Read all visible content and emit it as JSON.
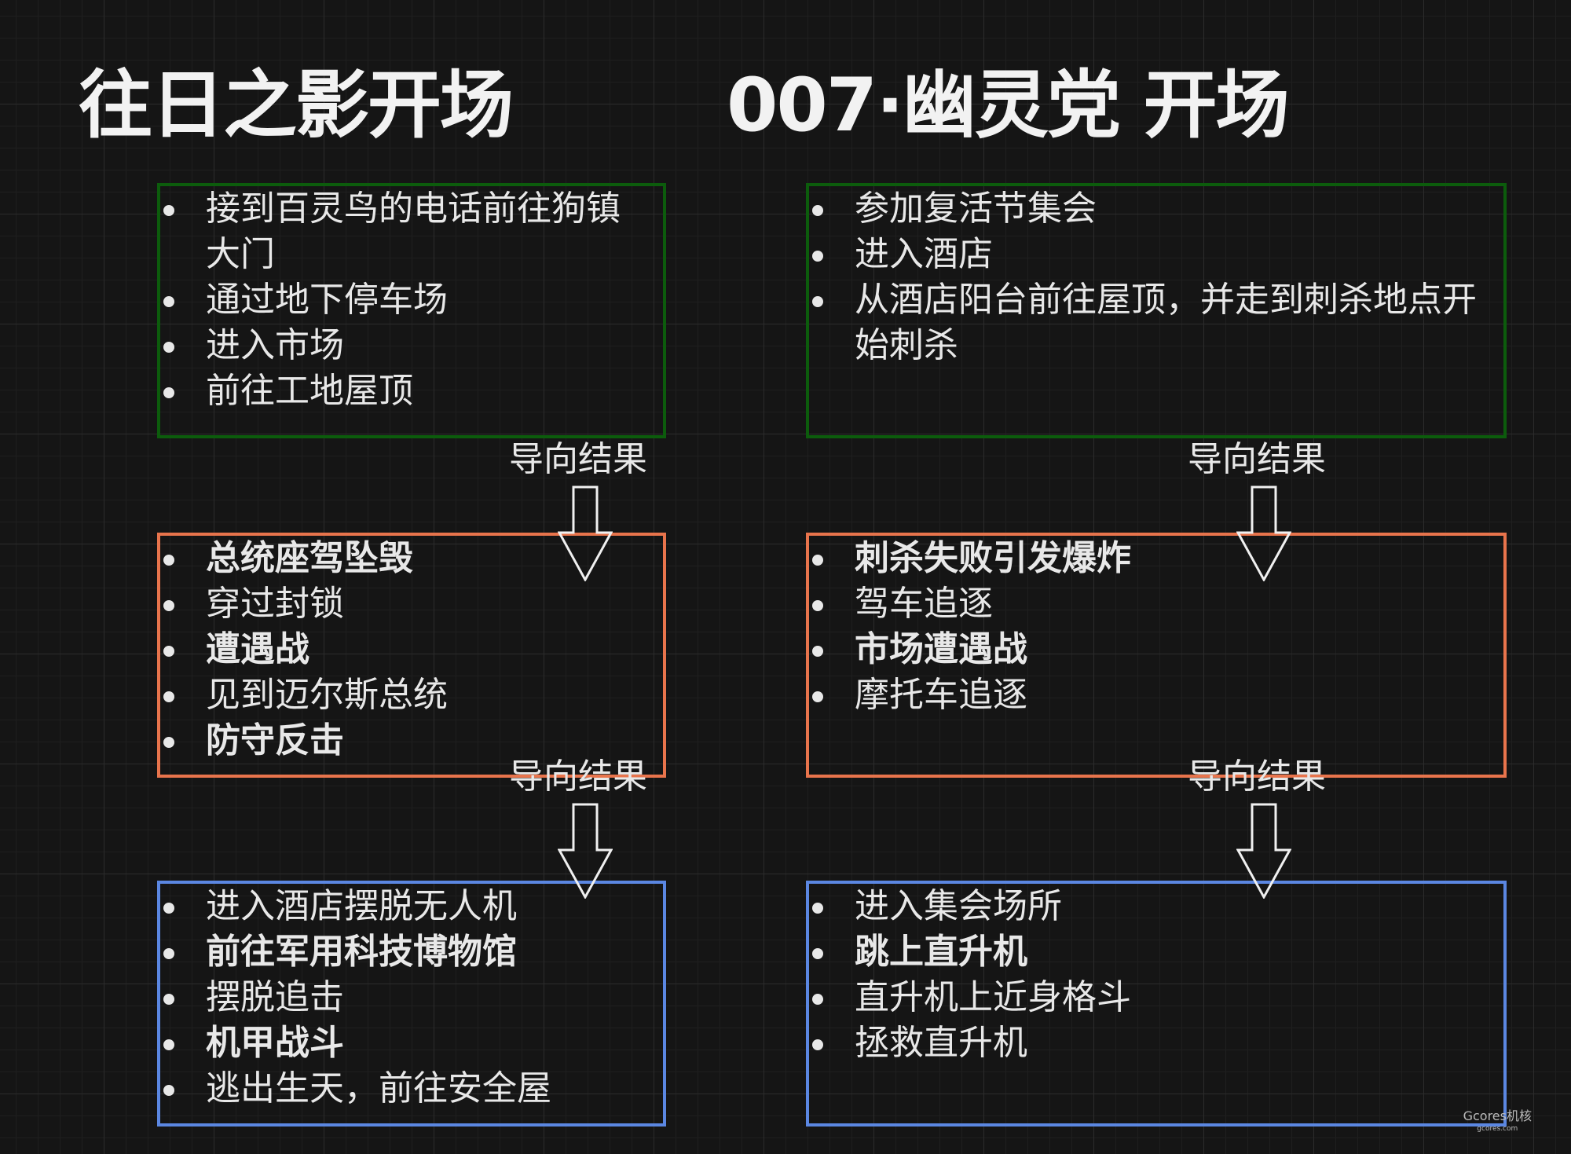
{
  "columns": [
    {
      "title": "往日之影开场",
      "stages": [
        {
          "color": "#0c5c0c",
          "items": [
            {
              "text": "接到百灵鸟的电话前往狗镇大门",
              "bold": false
            },
            {
              "text": "通过地下停车场",
              "bold": false
            },
            {
              "text": "进入市场",
              "bold": false
            },
            {
              "text": "前往工地屋顶",
              "bold": false
            }
          ]
        },
        {
          "color": "#e8744c",
          "items": [
            {
              "text": "总统座驾坠毁",
              "bold": true
            },
            {
              "text": "穿过封锁",
              "bold": false
            },
            {
              "text": "遭遇战",
              "bold": true
            },
            {
              "text": "见到迈尔斯总统",
              "bold": false
            },
            {
              "text": "防守反击",
              "bold": true
            }
          ]
        },
        {
          "color": "#5b87e2",
          "items": [
            {
              "text": "进入酒店摆脱无人机",
              "bold": false
            },
            {
              "text": "前往军用科技博物馆",
              "bold": true
            },
            {
              "text": "摆脱追击",
              "bold": false
            },
            {
              "text": "机甲战斗",
              "bold": true
            },
            {
              "text": "逃出生天，前往安全屋",
              "bold": false
            }
          ]
        }
      ]
    },
    {
      "title": "007·幽灵党 开场",
      "stages": [
        {
          "color": "#0c5c0c",
          "items": [
            {
              "text": "参加复活节集会",
              "bold": false
            },
            {
              "text": "进入酒店",
              "bold": false
            },
            {
              "text": "从酒店阳台前往屋顶，并走到刺杀地点开始刺杀",
              "bold": false
            }
          ]
        },
        {
          "color": "#e8744c",
          "items": [
            {
              "text": "刺杀失败引发爆炸",
              "bold": true
            },
            {
              "text": "驾车追逐",
              "bold": false
            },
            {
              "text": "市场遭遇战",
              "bold": true
            },
            {
              "text": "摩托车追逐",
              "bold": false
            }
          ]
        },
        {
          "color": "#5b87e2",
          "items": [
            {
              "text": "进入集会场所",
              "bold": false
            },
            {
              "text": "跳上直升机",
              "bold": true
            },
            {
              "text": "直升机上近身格斗",
              "bold": false
            },
            {
              "text": "拯救直升机",
              "bold": false
            }
          ]
        }
      ]
    }
  ],
  "connector_label": "导向结果",
  "watermark": {
    "brand": "Gcores机核",
    "url": "gcores.com"
  }
}
